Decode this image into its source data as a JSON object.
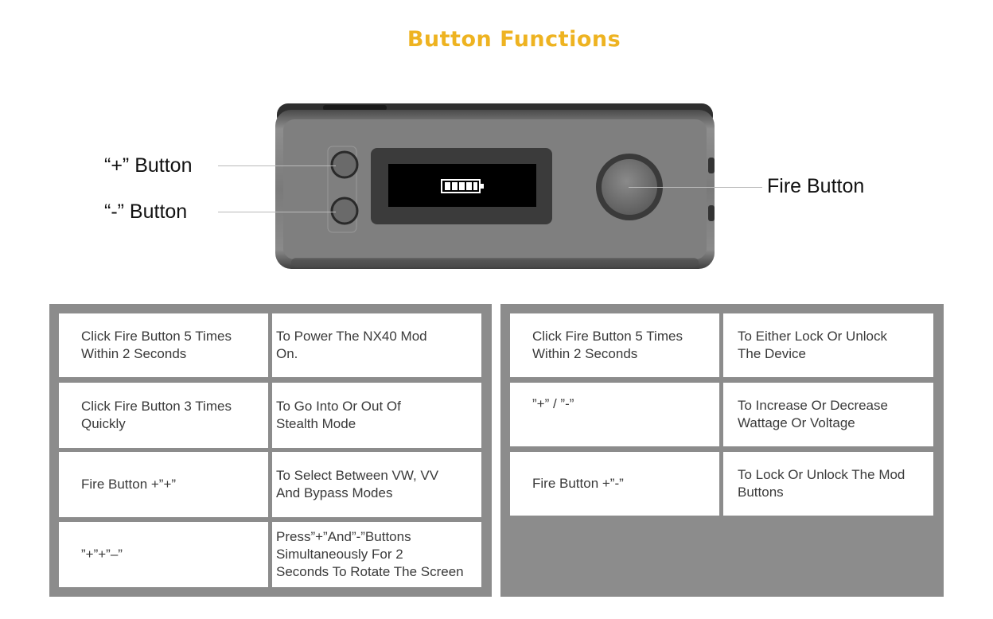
{
  "title": "Button Functions",
  "colors": {
    "accent": "#eeb321",
    "panel": "#8c8c8c"
  },
  "callouts": {
    "plus": "“+” Button",
    "minus": "“-” Button",
    "fire": "Fire Button"
  },
  "left_table": {
    "rows": [
      {
        "action": "Click Fire Button 5 Times\nWithin 2 Seconds",
        "result": "To Power The NX40 Mod\nOn."
      },
      {
        "action": "Click Fire Button 3 Times\nQuickly",
        "result": "To Go Into Or Out Of\nStealth Mode"
      },
      {
        "action": "Fire Button +”+”",
        "result": "To Select Between VW, VV\nAnd Bypass Modes"
      },
      {
        "action": "”+”+”–”",
        "result": "Press”+”And”-”Buttons\nSimultaneously For 2\nSeconds To Rotate The Screen"
      }
    ]
  },
  "right_table": {
    "rows": [
      {
        "action": "Click Fire Button 5 Times\nWithin 2 Seconds",
        "result": "To Either Lock Or Unlock\n The Device"
      },
      {
        "action": "”+” / ”-”",
        "result": "To Increase Or Decrease\nWattage Or Voltage"
      },
      {
        "action": "Fire Button +”-”",
        "result": "To Lock Or Unlock The Mod\nButtons"
      }
    ]
  }
}
